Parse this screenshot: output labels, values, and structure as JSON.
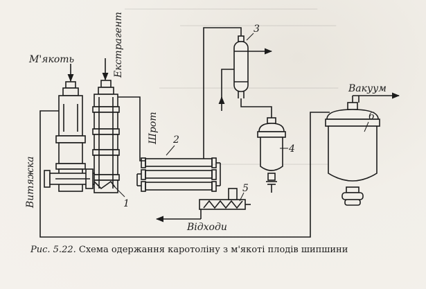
{
  "labels": {
    "pulp": "М'якоть",
    "extractant": "Екстрагент",
    "extract": "Витяжка",
    "meal": "Шрот",
    "waste": "Відходи",
    "vacuum": "Вакуум"
  },
  "numbers": [
    "1",
    "2",
    "3",
    "4",
    "5",
    "6"
  ],
  "caption": {
    "prefix": "Рис. 5.22.",
    "text": "Схема одержання каротоліну з м'якоті плодів шипшини"
  },
  "colors": {
    "ink": "#1c1c1c",
    "paper": "#f1eee8"
  }
}
